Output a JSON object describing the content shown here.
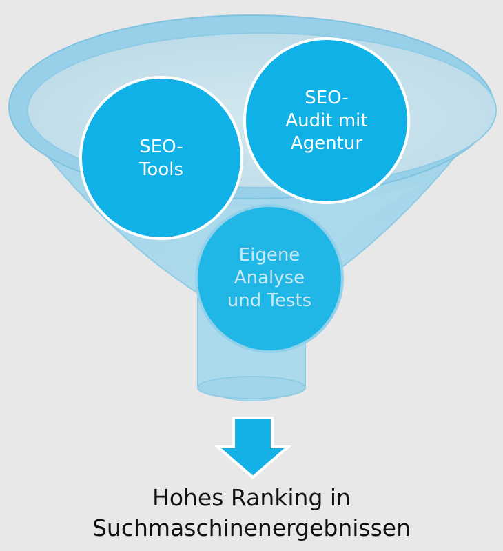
{
  "diagram": {
    "stages": [
      {
        "id": "tools",
        "label": "SEO-\nTools"
      },
      {
        "id": "audit",
        "label": "SEO-\nAudit mit\nAgentur"
      },
      {
        "id": "eigene",
        "label": "Eigene\nAnalyse\nund Tests"
      }
    ],
    "result": "Hohes Ranking in\nSuchmaschinenergebnissen"
  },
  "colors": {
    "background": "#e8e8e8",
    "funnel_light": "#a6d8ec",
    "funnel_inner": "#c6e3ee",
    "circle_fill": "#0fb1e6",
    "circle_stroke": "#ffffff",
    "arrow_fill": "#14b1e7",
    "text_dark": "#111111"
  }
}
